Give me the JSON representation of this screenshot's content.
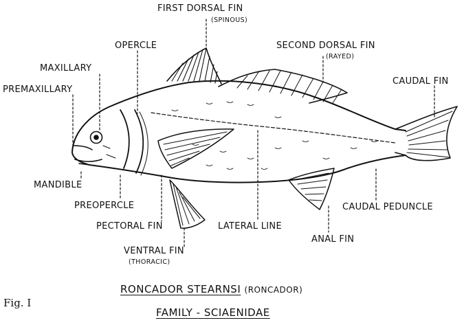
{
  "labels": {
    "first_dorsal": "FIRST DORSAL FIN",
    "first_dorsal_sub": "(SPINOUS)",
    "opercle": "OPERCLE",
    "second_dorsal": "SECOND DORSAL FIN",
    "second_dorsal_sub": "(RAYED)",
    "maxillary": "MAXILLARY",
    "caudal_fin": "CAUDAL FIN",
    "premaxillary": "PREMAXILLARY",
    "mandible": "MANDIBLE",
    "preopercle": "PREOPERCLE",
    "caudal_peduncle": "CAUDAL PEDUNCLE",
    "pectoral_fin": "PECTORAL FIN",
    "lateral_line": "LATERAL LINE",
    "anal_fin": "ANAL FIN",
    "ventral_fin": "VENTRAL FIN",
    "ventral_fin_sub": "(THORACIC)"
  },
  "caption": {
    "fig": "Fig. I",
    "species": "RONCADOR STEARNSI",
    "common": "(RONCADOR)",
    "family": "FAMILY - SCIAENIDAE"
  },
  "colors": {
    "ink": "#111111",
    "paper": "#ffffff"
  }
}
